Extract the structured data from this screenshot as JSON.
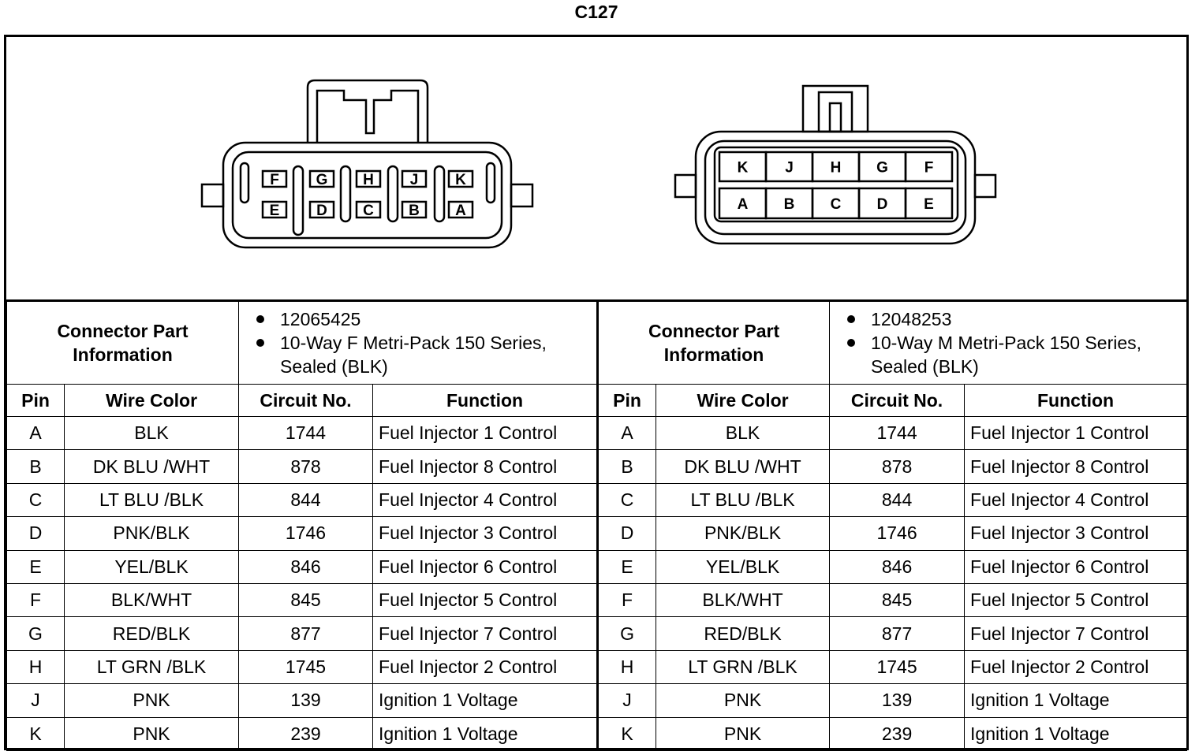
{
  "title": "C127",
  "connectors": [
    {
      "label": "Connector Part Information",
      "parts": [
        "12065425",
        "10-Way F Metri-Pack 150 Series, Sealed (BLK)"
      ],
      "pins_top": [
        "F",
        "G",
        "H",
        "J",
        "K"
      ],
      "pins_bottom": [
        "E",
        "D",
        "C",
        "B",
        "A"
      ]
    },
    {
      "label": "Connector Part Information",
      "parts": [
        "12048253",
        "10-Way M Metri-Pack 150 Series, Sealed (BLK)"
      ],
      "pins_top": [
        "K",
        "J",
        "H",
        "G",
        "F"
      ],
      "pins_bottom": [
        "A",
        "B",
        "C",
        "D",
        "E"
      ]
    }
  ],
  "columns": [
    "Pin",
    "Wire Color",
    "Circuit No.",
    "Function"
  ],
  "rows": [
    {
      "pin": "A",
      "color": "BLK",
      "circuit": "1744",
      "function": "Fuel Injector 1 Control"
    },
    {
      "pin": "B",
      "color": "DK BLU /WHT",
      "circuit": "878",
      "function": "Fuel Injector 8 Control"
    },
    {
      "pin": "C",
      "color": "LT BLU /BLK",
      "circuit": "844",
      "function": "Fuel Injector 4 Control"
    },
    {
      "pin": "D",
      "color": "PNK/BLK",
      "circuit": "1746",
      "function": "Fuel Injector 3 Control"
    },
    {
      "pin": "E",
      "color": "YEL/BLK",
      "circuit": "846",
      "function": "Fuel Injector 6 Control"
    },
    {
      "pin": "F",
      "color": "BLK/WHT",
      "circuit": "845",
      "function": "Fuel Injector 5 Control"
    },
    {
      "pin": "G",
      "color": "RED/BLK",
      "circuit": "877",
      "function": "Fuel Injector 7 Control"
    },
    {
      "pin": "H",
      "color": "LT GRN /BLK",
      "circuit": "1745",
      "function": "Fuel Injector 2 Control"
    },
    {
      "pin": "J",
      "color": "PNK",
      "circuit": "139",
      "function": "Ignition 1 Voltage"
    },
    {
      "pin": "K",
      "color": "PNK",
      "circuit": "239",
      "function": "Ignition 1 Voltage"
    }
  ]
}
